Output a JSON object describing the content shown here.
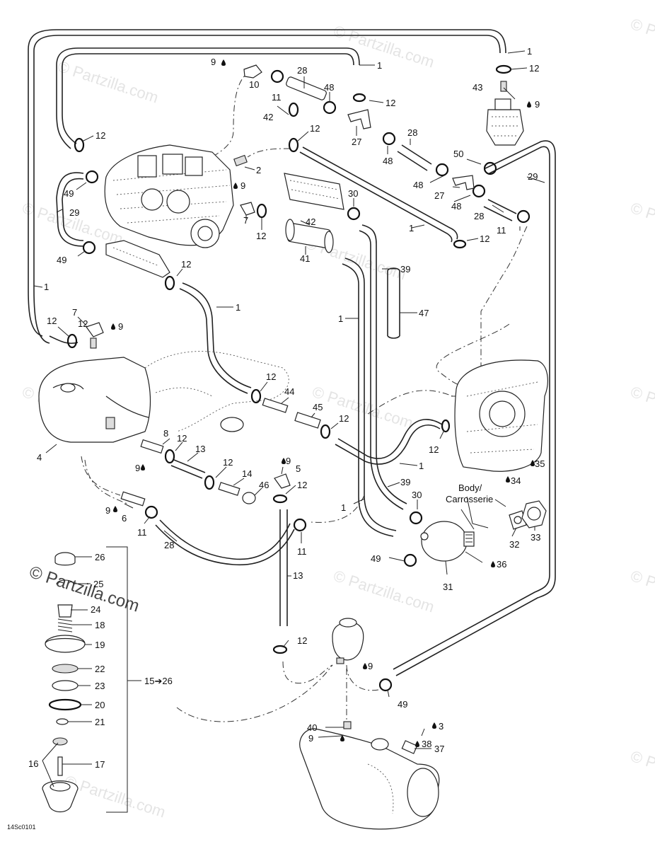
{
  "diagram": {
    "code": "14Sc0101",
    "watermark": "© Partzilla.com",
    "body_label_line1": "Body/",
    "body_label_line2": "Carrosserie",
    "kit_label": "15➔26",
    "labels": [
      {
        "id": "l1a",
        "text": "1"
      },
      {
        "id": "l1b",
        "text": "1"
      },
      {
        "id": "l1c",
        "text": "1"
      },
      {
        "id": "l1d",
        "text": "1"
      },
      {
        "id": "l1e",
        "text": "1"
      },
      {
        "id": "l1f",
        "text": "1"
      },
      {
        "id": "l1g",
        "text": "1"
      },
      {
        "id": "l1h",
        "text": "1"
      },
      {
        "id": "l12a",
        "text": "12"
      },
      {
        "id": "l12b",
        "text": "12"
      },
      {
        "id": "l12c",
        "text": "12"
      },
      {
        "id": "l12d",
        "text": "12"
      },
      {
        "id": "l12e",
        "text": "12"
      },
      {
        "id": "l12f",
        "text": "12"
      },
      {
        "id": "l12g",
        "text": "12"
      },
      {
        "id": "l12h",
        "text": "12"
      },
      {
        "id": "l12i",
        "text": "12"
      },
      {
        "id": "l12j",
        "text": "12"
      },
      {
        "id": "l12k",
        "text": "12"
      },
      {
        "id": "l12l",
        "text": "12"
      },
      {
        "id": "l12m",
        "text": "12"
      },
      {
        "id": "l12n",
        "text": "12"
      },
      {
        "id": "l12o",
        "text": "12"
      },
      {
        "id": "l12p",
        "text": "12"
      },
      {
        "id": "l43",
        "text": "43"
      },
      {
        "id": "l9a",
        "text": "9"
      },
      {
        "id": "l9b",
        "text": "9"
      },
      {
        "id": "l9c",
        "text": "9"
      },
      {
        "id": "l9d",
        "text": "9"
      },
      {
        "id": "l9e",
        "text": "9"
      },
      {
        "id": "l9f",
        "text": "9"
      },
      {
        "id": "l9g",
        "text": "9"
      },
      {
        "id": "l9h",
        "text": "9"
      },
      {
        "id": "l9i",
        "text": "9"
      },
      {
        "id": "l10",
        "text": "10"
      },
      {
        "id": "l11a",
        "text": "11"
      },
      {
        "id": "l11b",
        "text": "11"
      },
      {
        "id": "l11c",
        "text": "11"
      },
      {
        "id": "l11d",
        "text": "11"
      },
      {
        "id": "l28a",
        "text": "28"
      },
      {
        "id": "l28b",
        "text": "28"
      },
      {
        "id": "l28c",
        "text": "28"
      },
      {
        "id": "l28d",
        "text": "28"
      },
      {
        "id": "l48a",
        "text": "48"
      },
      {
        "id": "l48b",
        "text": "48"
      },
      {
        "id": "l48c",
        "text": "48"
      },
      {
        "id": "l48d",
        "text": "48"
      },
      {
        "id": "l42a",
        "text": "42"
      },
      {
        "id": "l42b",
        "text": "42"
      },
      {
        "id": "l27a",
        "text": "27"
      },
      {
        "id": "l27b",
        "text": "27"
      },
      {
        "id": "l50",
        "text": "50"
      },
      {
        "id": "l2",
        "text": "2"
      },
      {
        "id": "l29a",
        "text": "29"
      },
      {
        "id": "l29b",
        "text": "29"
      },
      {
        "id": "l49a",
        "text": "49"
      },
      {
        "id": "l49b",
        "text": "49"
      },
      {
        "id": "l49c",
        "text": "49"
      },
      {
        "id": "l49d",
        "text": "49"
      },
      {
        "id": "l30a",
        "text": "30"
      },
      {
        "id": "l30b",
        "text": "30"
      },
      {
        "id": "l7a",
        "text": "7"
      },
      {
        "id": "l7b",
        "text": "7"
      },
      {
        "id": "l41",
        "text": "41"
      },
      {
        "id": "l39a",
        "text": "39"
      },
      {
        "id": "l39b",
        "text": "39"
      },
      {
        "id": "l47",
        "text": "47"
      },
      {
        "id": "l44",
        "text": "44"
      },
      {
        "id": "l45",
        "text": "45"
      },
      {
        "id": "l4",
        "text": "4"
      },
      {
        "id": "l8",
        "text": "8"
      },
      {
        "id": "l13a",
        "text": "13"
      },
      {
        "id": "l13b",
        "text": "13"
      },
      {
        "id": "l14",
        "text": "14"
      },
      {
        "id": "l5",
        "text": "5"
      },
      {
        "id": "l46",
        "text": "46"
      },
      {
        "id": "l6",
        "text": "6"
      },
      {
        "id": "l35",
        "text": "35"
      },
      {
        "id": "l34",
        "text": "34"
      },
      {
        "id": "l32",
        "text": "32"
      },
      {
        "id": "l33",
        "text": "33"
      },
      {
        "id": "l31",
        "text": "31"
      },
      {
        "id": "l36",
        "text": "36"
      },
      {
        "id": "l26",
        "text": "26"
      },
      {
        "id": "l25",
        "text": "25"
      },
      {
        "id": "l24",
        "text": "24"
      },
      {
        "id": "l18",
        "text": "18"
      },
      {
        "id": "l19",
        "text": "19"
      },
      {
        "id": "l22",
        "text": "22"
      },
      {
        "id": "l23",
        "text": "23"
      },
      {
        "id": "l20",
        "text": "20"
      },
      {
        "id": "l21",
        "text": "21"
      },
      {
        "id": "l16",
        "text": "16"
      },
      {
        "id": "l17",
        "text": "17"
      },
      {
        "id": "l40",
        "text": "40"
      },
      {
        "id": "l3",
        "text": "3"
      },
      {
        "id": "l37",
        "text": "37"
      },
      {
        "id": "l38",
        "text": "38"
      }
    ]
  }
}
